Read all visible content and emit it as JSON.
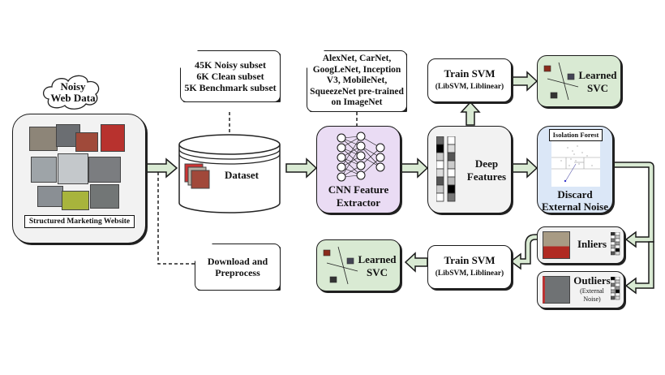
{
  "source": {
    "cloud_label": "Noisy\nWeb Data",
    "caption": "Structured Marketing Website"
  },
  "notes": {
    "subsets": [
      "45K Noisy subset",
      "6K Clean subset",
      "5K Benchmark subset"
    ],
    "models": [
      "AlexNet, CarNet,",
      "GoogLeNet, Inception",
      "V3, MobileNet,",
      "SqueezeNet pre-trained",
      "on ImageNet"
    ],
    "download": [
      "Download and",
      "Preprocess"
    ]
  },
  "dataset": {
    "label": "Dataset"
  },
  "cnn": {
    "label": [
      "CNN Feature",
      "Extractor"
    ]
  },
  "deep_features": {
    "label": [
      "Deep",
      "Features"
    ]
  },
  "train_svm_top": {
    "title": "Train SVM",
    "subtitle": "(LibSVM, Liblinear)"
  },
  "learned_svc_top": {
    "label": [
      "Learned",
      "SVC"
    ]
  },
  "isolation": {
    "header": "Isolation Forest",
    "label": [
      "Discard",
      "External Noise"
    ]
  },
  "inliers": {
    "label": "Inliers"
  },
  "outliers": {
    "label": "Outliers",
    "sub": [
      "(External",
      "Noise)"
    ]
  },
  "train_svm_bottom": {
    "title": "Train SVM",
    "subtitle": "(LibSVM, Liblinear)"
  },
  "learned_svc_bottom": {
    "label": [
      "Learned",
      "SVC"
    ]
  },
  "colors": {
    "arrow_fill": "#d9ead3",
    "cnn_fill": "#eadcf4",
    "svc_fill": "#d9ead3",
    "isolation_fill": "#dbe7f7",
    "gray_fill": "#f2f2f2"
  }
}
